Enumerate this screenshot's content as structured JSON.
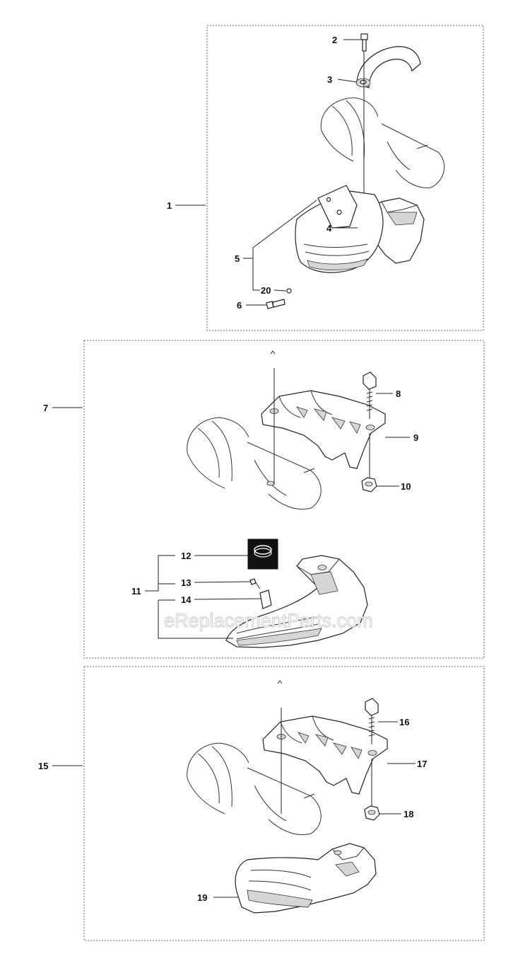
{
  "labels": {
    "p1": "1",
    "p2": "2",
    "p3": "3",
    "p4": "4",
    "p5": "5",
    "p6": "6",
    "p7": "7",
    "p8": "8",
    "p9": "9",
    "p10": "10",
    "p11": "11",
    "p12": "12",
    "p13": "13",
    "p14": "14",
    "p15": "15",
    "p16": "16",
    "p17": "17",
    "p18": "18",
    "p19": "19",
    "p20": "20"
  },
  "watermark": "eReplacementParts.com"
}
